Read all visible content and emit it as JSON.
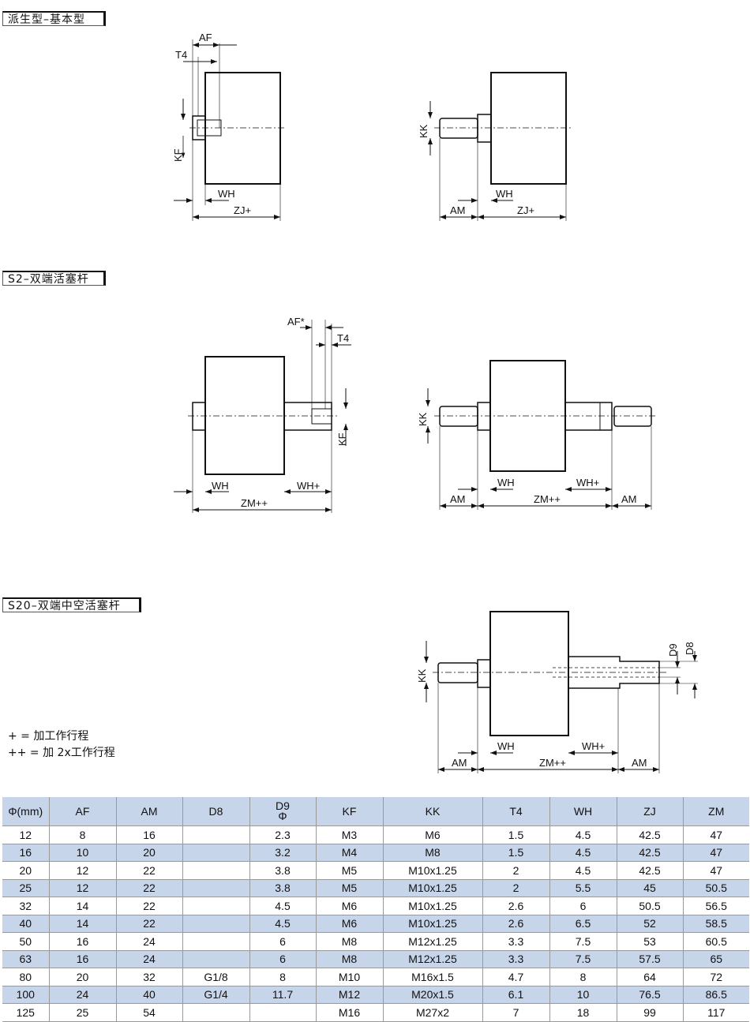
{
  "sections": [
    {
      "title": "派生型–基本型"
    },
    {
      "title": "S2–双端活塞杆"
    },
    {
      "title": "S20–双端中空活塞杆"
    }
  ],
  "dims": {
    "af": "AF",
    "af_star": "AF*",
    "t4": "T4",
    "kf": "KF",
    "kk": "KK",
    "wh": "WH",
    "wh_plus": "WH+",
    "zj_plus": "ZJ+",
    "zm_plus": "ZM++",
    "am": "AM",
    "d8": "D8",
    "d9": "D9"
  },
  "notes": [
    "+ = 加工作行程",
    "++ = 加 2x工作行程"
  ],
  "table": {
    "headers": [
      "Φ(mm)",
      "AF",
      "AM",
      "D8",
      "D9",
      "KF",
      "KK",
      "T4",
      "WH",
      "ZJ",
      "ZM"
    ],
    "header_sub_d9": "Φ",
    "rows": [
      [
        "12",
        "8",
        "16",
        "",
        "2.3",
        "M3",
        "M6",
        "1.5",
        "4.5",
        "42.5",
        "47"
      ],
      [
        "16",
        "10",
        "20",
        "",
        "3.2",
        "M4",
        "M8",
        "1.5",
        "4.5",
        "42.5",
        "47"
      ],
      [
        "20",
        "12",
        "22",
        "",
        "3.8",
        "M5",
        "M10x1.25",
        "2",
        "4.5",
        "42.5",
        "47"
      ],
      [
        "25",
        "12",
        "22",
        "",
        "3.8",
        "M5",
        "M10x1.25",
        "2",
        "5.5",
        "45",
        "50.5"
      ],
      [
        "32",
        "14",
        "22",
        "",
        "4.5",
        "M6",
        "M10x1.25",
        "2.6",
        "6",
        "50.5",
        "56.5"
      ],
      [
        "40",
        "14",
        "22",
        "",
        "4.5",
        "M6",
        "M10x1.25",
        "2.6",
        "6.5",
        "52",
        "58.5"
      ],
      [
        "50",
        "16",
        "24",
        "",
        "6",
        "M8",
        "M12x1.25",
        "3.3",
        "7.5",
        "53",
        "60.5"
      ],
      [
        "63",
        "16",
        "24",
        "",
        "6",
        "M8",
        "M12x1.25",
        "3.3",
        "7.5",
        "57.5",
        "65"
      ],
      [
        "80",
        "20",
        "32",
        "G1/8",
        "8",
        "M10",
        "M16x1.5",
        "4.7",
        "8",
        "64",
        "72"
      ],
      [
        "100",
        "24",
        "40",
        "G1/4",
        "11.7",
        "M12",
        "M20x1.5",
        "6.1",
        "10",
        "76.5",
        "86.5"
      ],
      [
        "125",
        "25",
        "54",
        "",
        "",
        "M16",
        "M27x2",
        "7",
        "18",
        "99",
        "117"
      ]
    ]
  },
  "colors": {
    "header_bg": "#c7d5ea"
  }
}
